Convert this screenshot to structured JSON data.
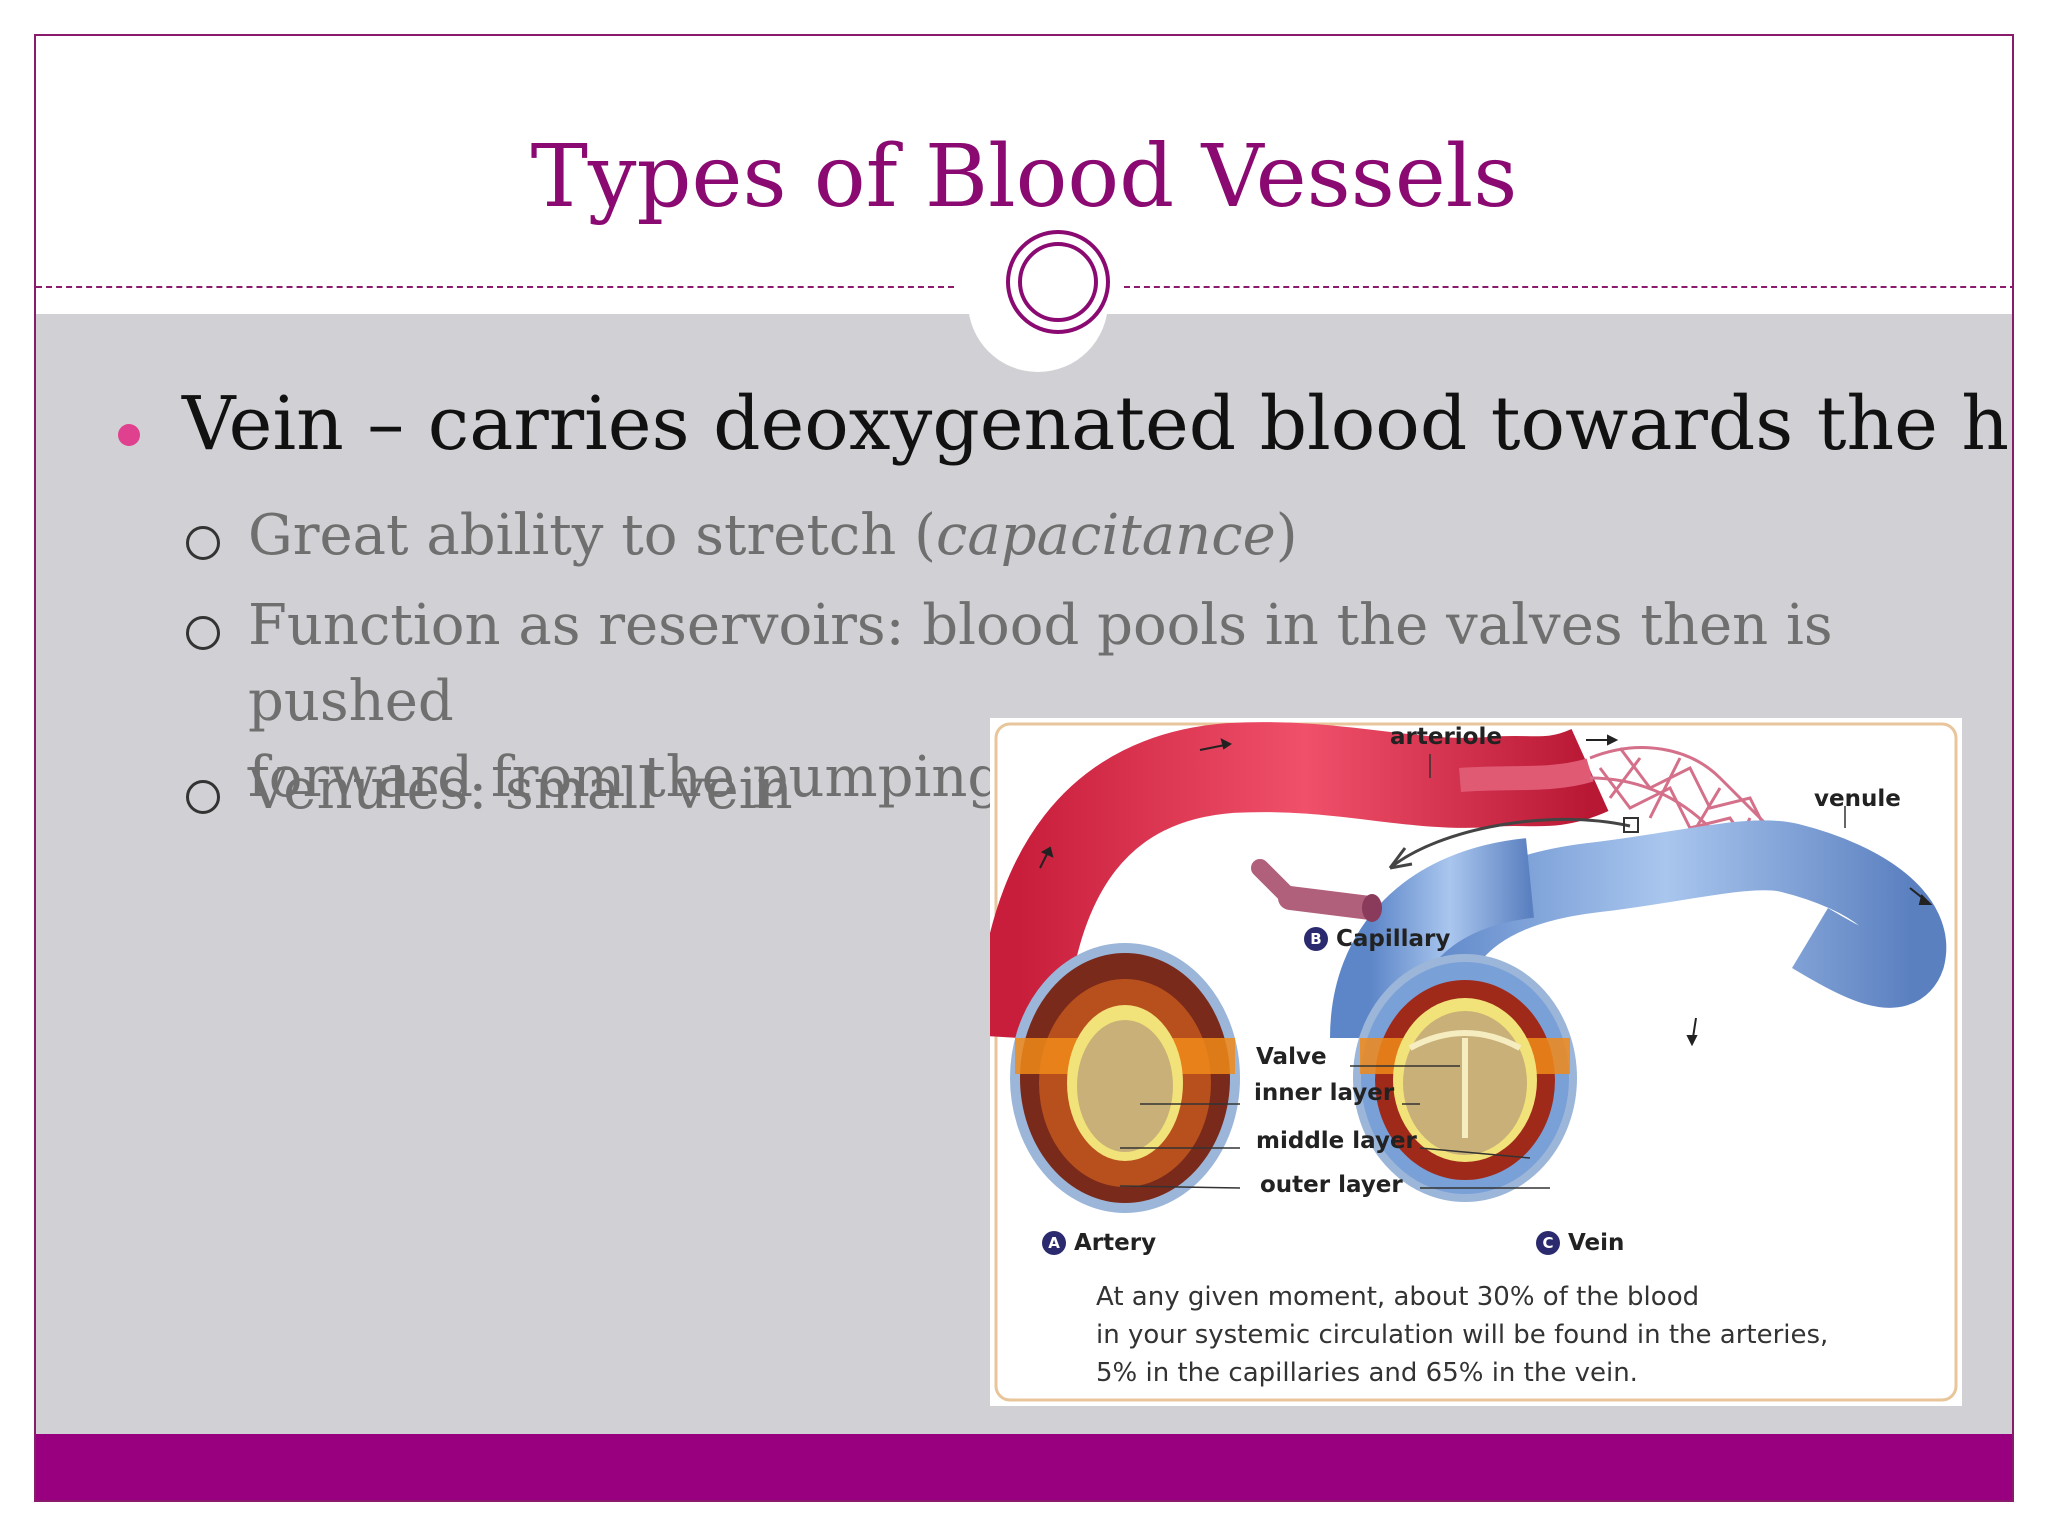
{
  "slide": {
    "title": "Types of Blood Vessels",
    "bullet": "Vein – carries deoxygenated blood towards the heart",
    "subpoints": [
      {
        "before": "Great ability to stretch (",
        "italic": "capacitance",
        "after": ")"
      },
      {
        "line1": "Function as reservoirs: blood pools in the valves then is pushed",
        "line2": "forward from the pumping pressure"
      },
      {
        "text": "Venules: small vein"
      }
    ]
  },
  "figure": {
    "labels": {
      "arteriole": "arteriole",
      "venule": "venule",
      "capillary": "Capillary",
      "valve": "Valve",
      "inner_layer": "inner layer",
      "middle_layer": "middle layer",
      "outer_layer": "outer layer",
      "artery": "Artery",
      "vein": "Vein"
    },
    "badges": {
      "a": "A",
      "b": "B",
      "c": "C"
    },
    "caption": [
      "At any given moment, about 30% of the blood",
      "in your systemic circulation will be found in the arteries,",
      "5% in the capillaries and 65% in the vein."
    ]
  },
  "colors": {
    "title": "#8a0a72",
    "bottom_bar": "#990080",
    "content_bg": "#d1d0d4",
    "bullet_dot": "#e0418e"
  }
}
